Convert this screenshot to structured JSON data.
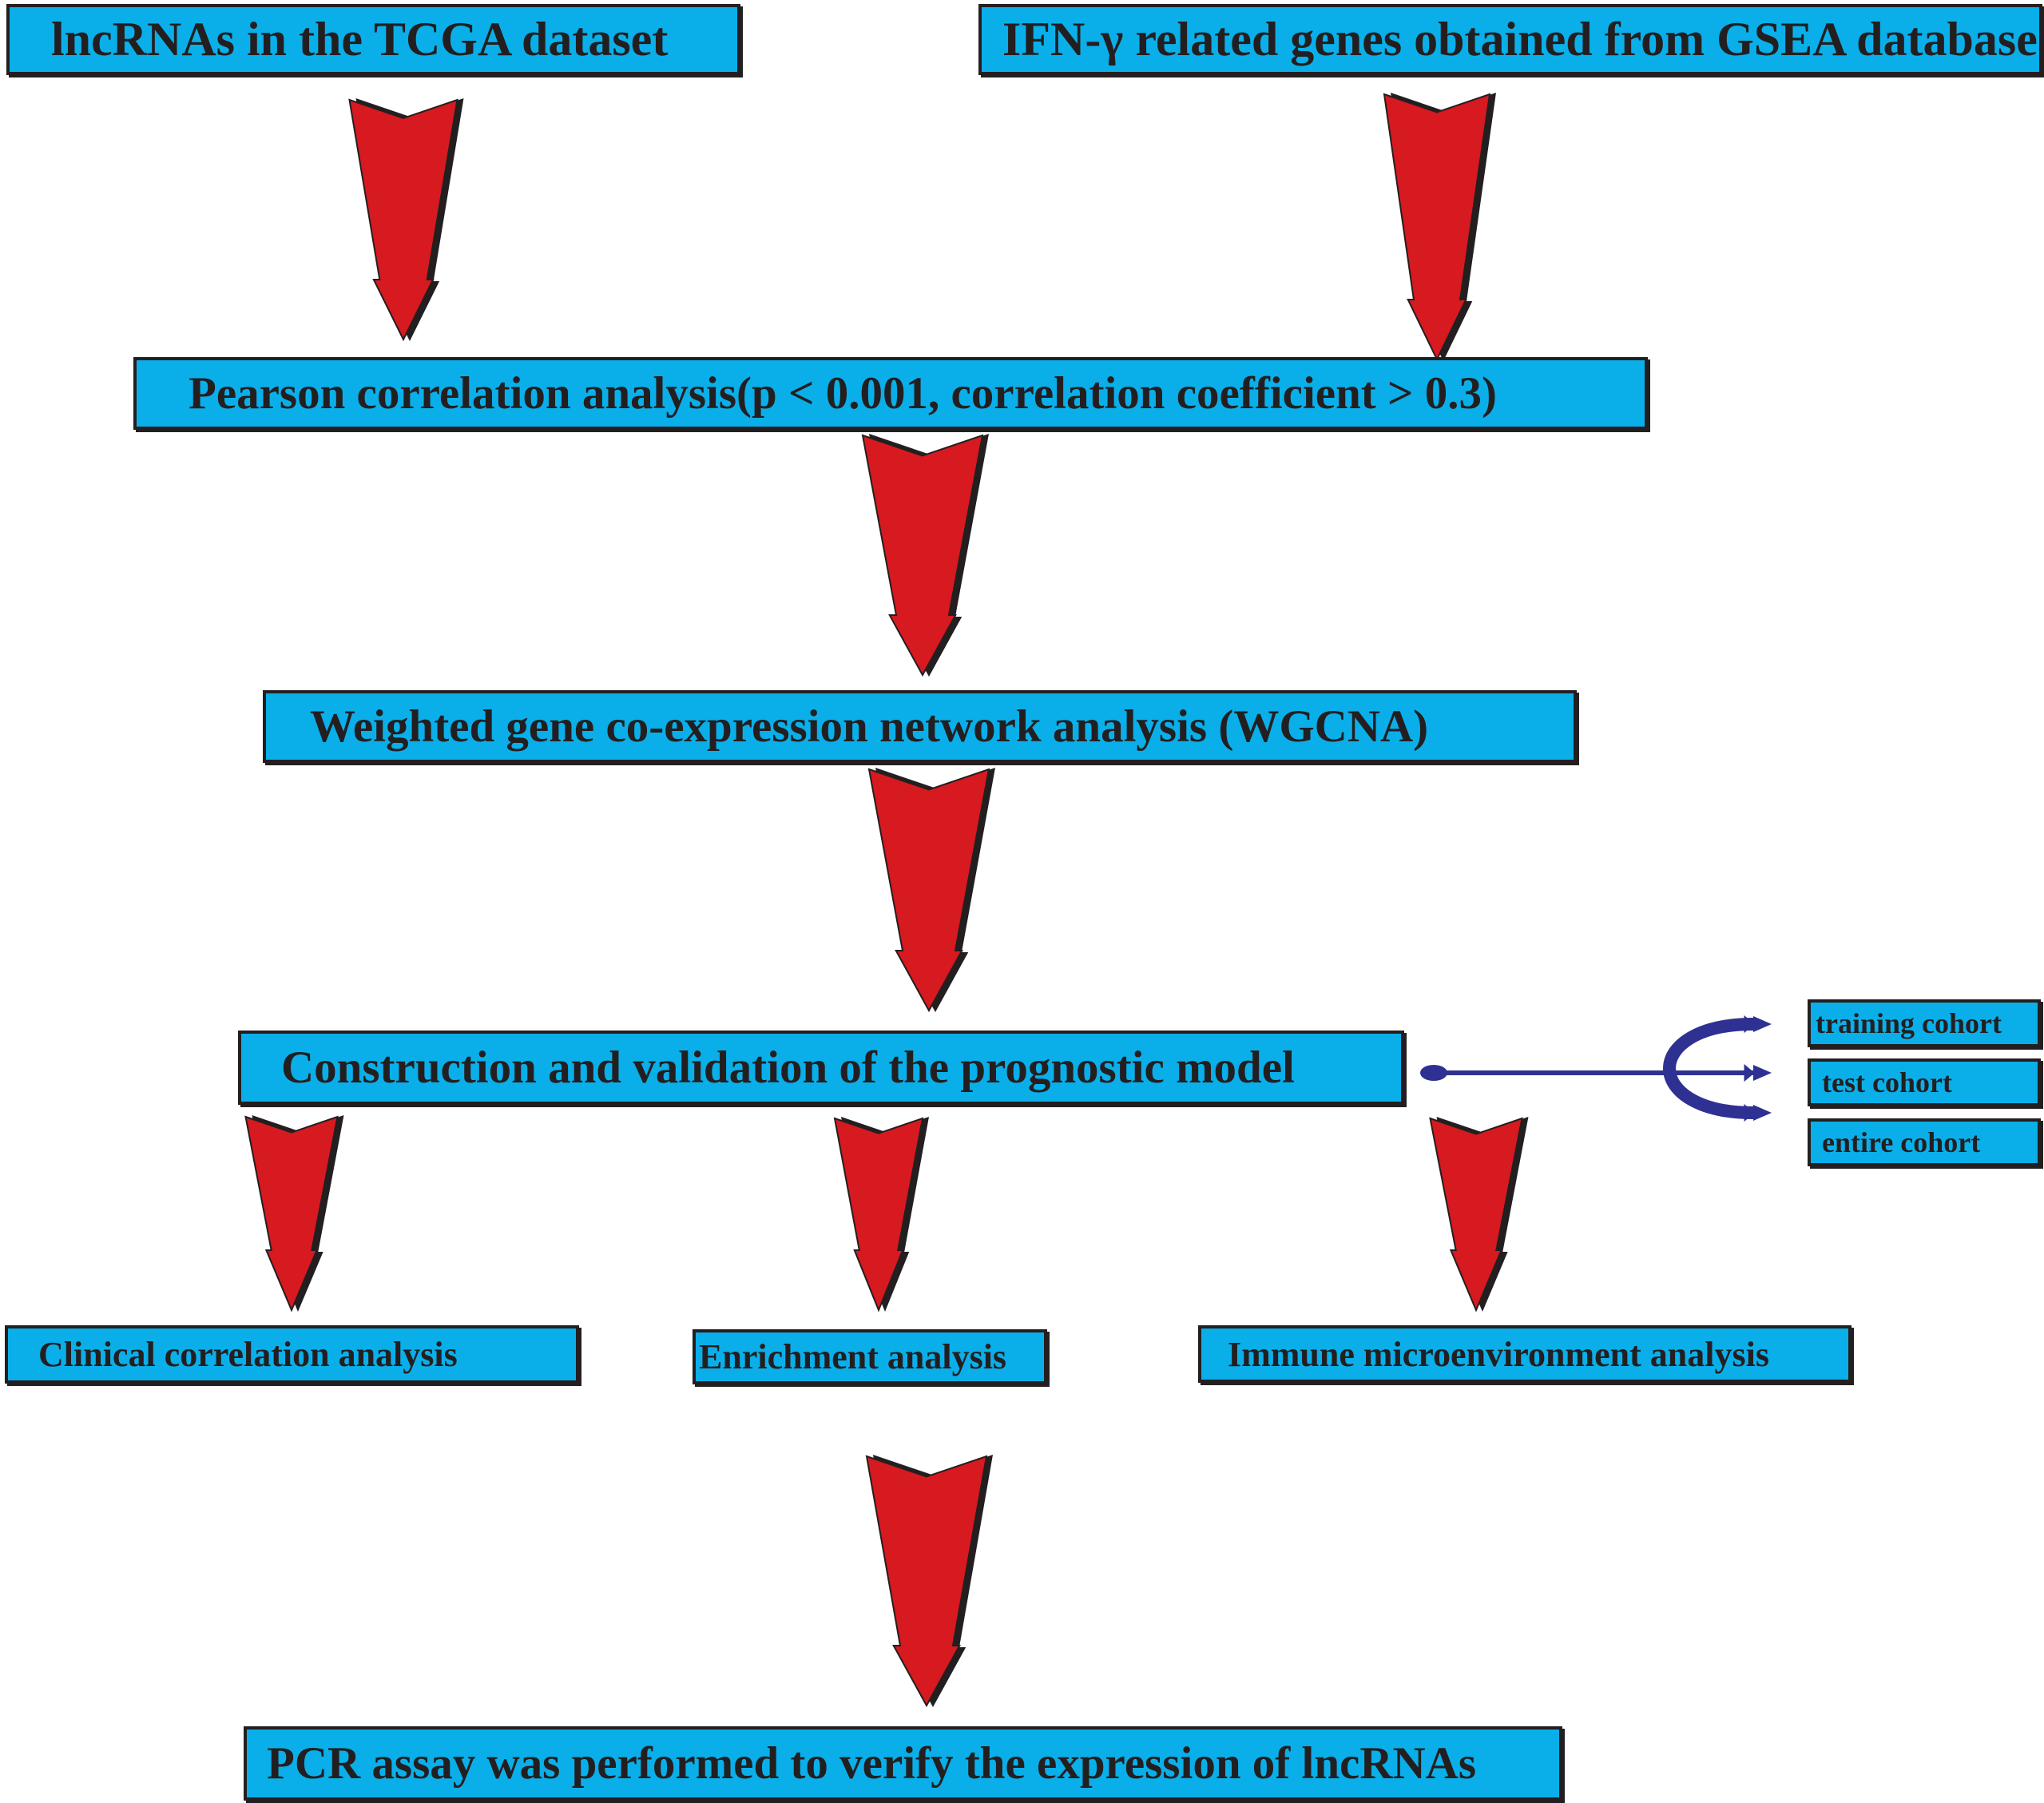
{
  "boxes": {
    "lncrnas": "lncRNAs in the TCGA dataset",
    "ifn_genes": "IFN-γ related genes obtained from GSEA database",
    "pearson": "Pearson correlation analysis(p < 0.001, correlation coefficient > 0.3)",
    "wgcna": "Weighted gene co-expression network analysis (WGCNA)",
    "model": "Construction and validation of the prognostic model",
    "clinical": "Clinical correlation analysis",
    "enrichment": "Enrichment analysis",
    "immune": "Immune microenvironment analysis",
    "pcr": "PCR assay was performed to verify the expression of lncRNAs"
  },
  "cohorts": [
    "training cohort",
    "test cohort",
    "entire cohort"
  ],
  "colors": {
    "box_fill": "#0aafe9",
    "box_border": "#231f20",
    "arrow_fill": "#d71920",
    "arrow_shadow": "#231f20",
    "fork": "#2e3192"
  }
}
